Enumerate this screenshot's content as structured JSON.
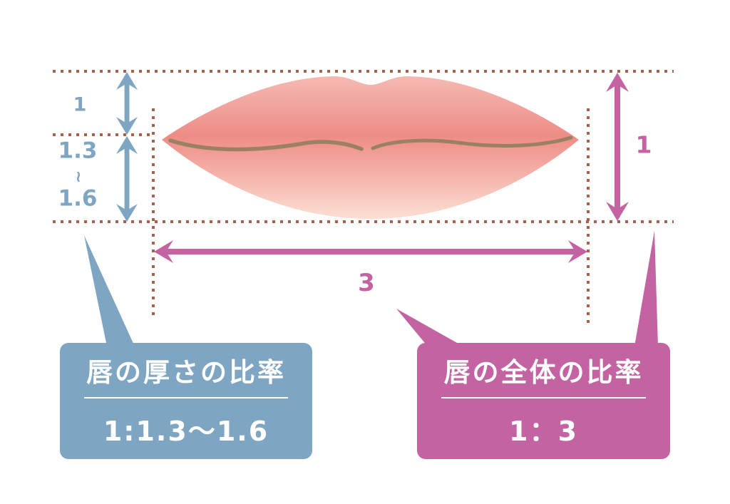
{
  "colors": {
    "blue": "#7ea6c3",
    "pink": "#c463a2",
    "dot": "#a6614a",
    "lip_top": "#f5bab2",
    "lip_mid": "#ee8c87",
    "lip_bottom": "#fcdfd3",
    "mouth_line": "#9b8162",
    "text_on_box": "#ffffff"
  },
  "measurements": {
    "upper_lip_thickness": "1",
    "lower_lip_thickness_min": "1.3",
    "range_tilde": "~",
    "lower_lip_thickness_max": "1.6",
    "total_height": "1",
    "total_width": "3"
  },
  "callouts": {
    "thickness": {
      "title": "唇の厚さの比率",
      "value": "1:1.3〜1.6"
    },
    "overall": {
      "title": "唇の全体の比率",
      "value": "1：3"
    }
  }
}
